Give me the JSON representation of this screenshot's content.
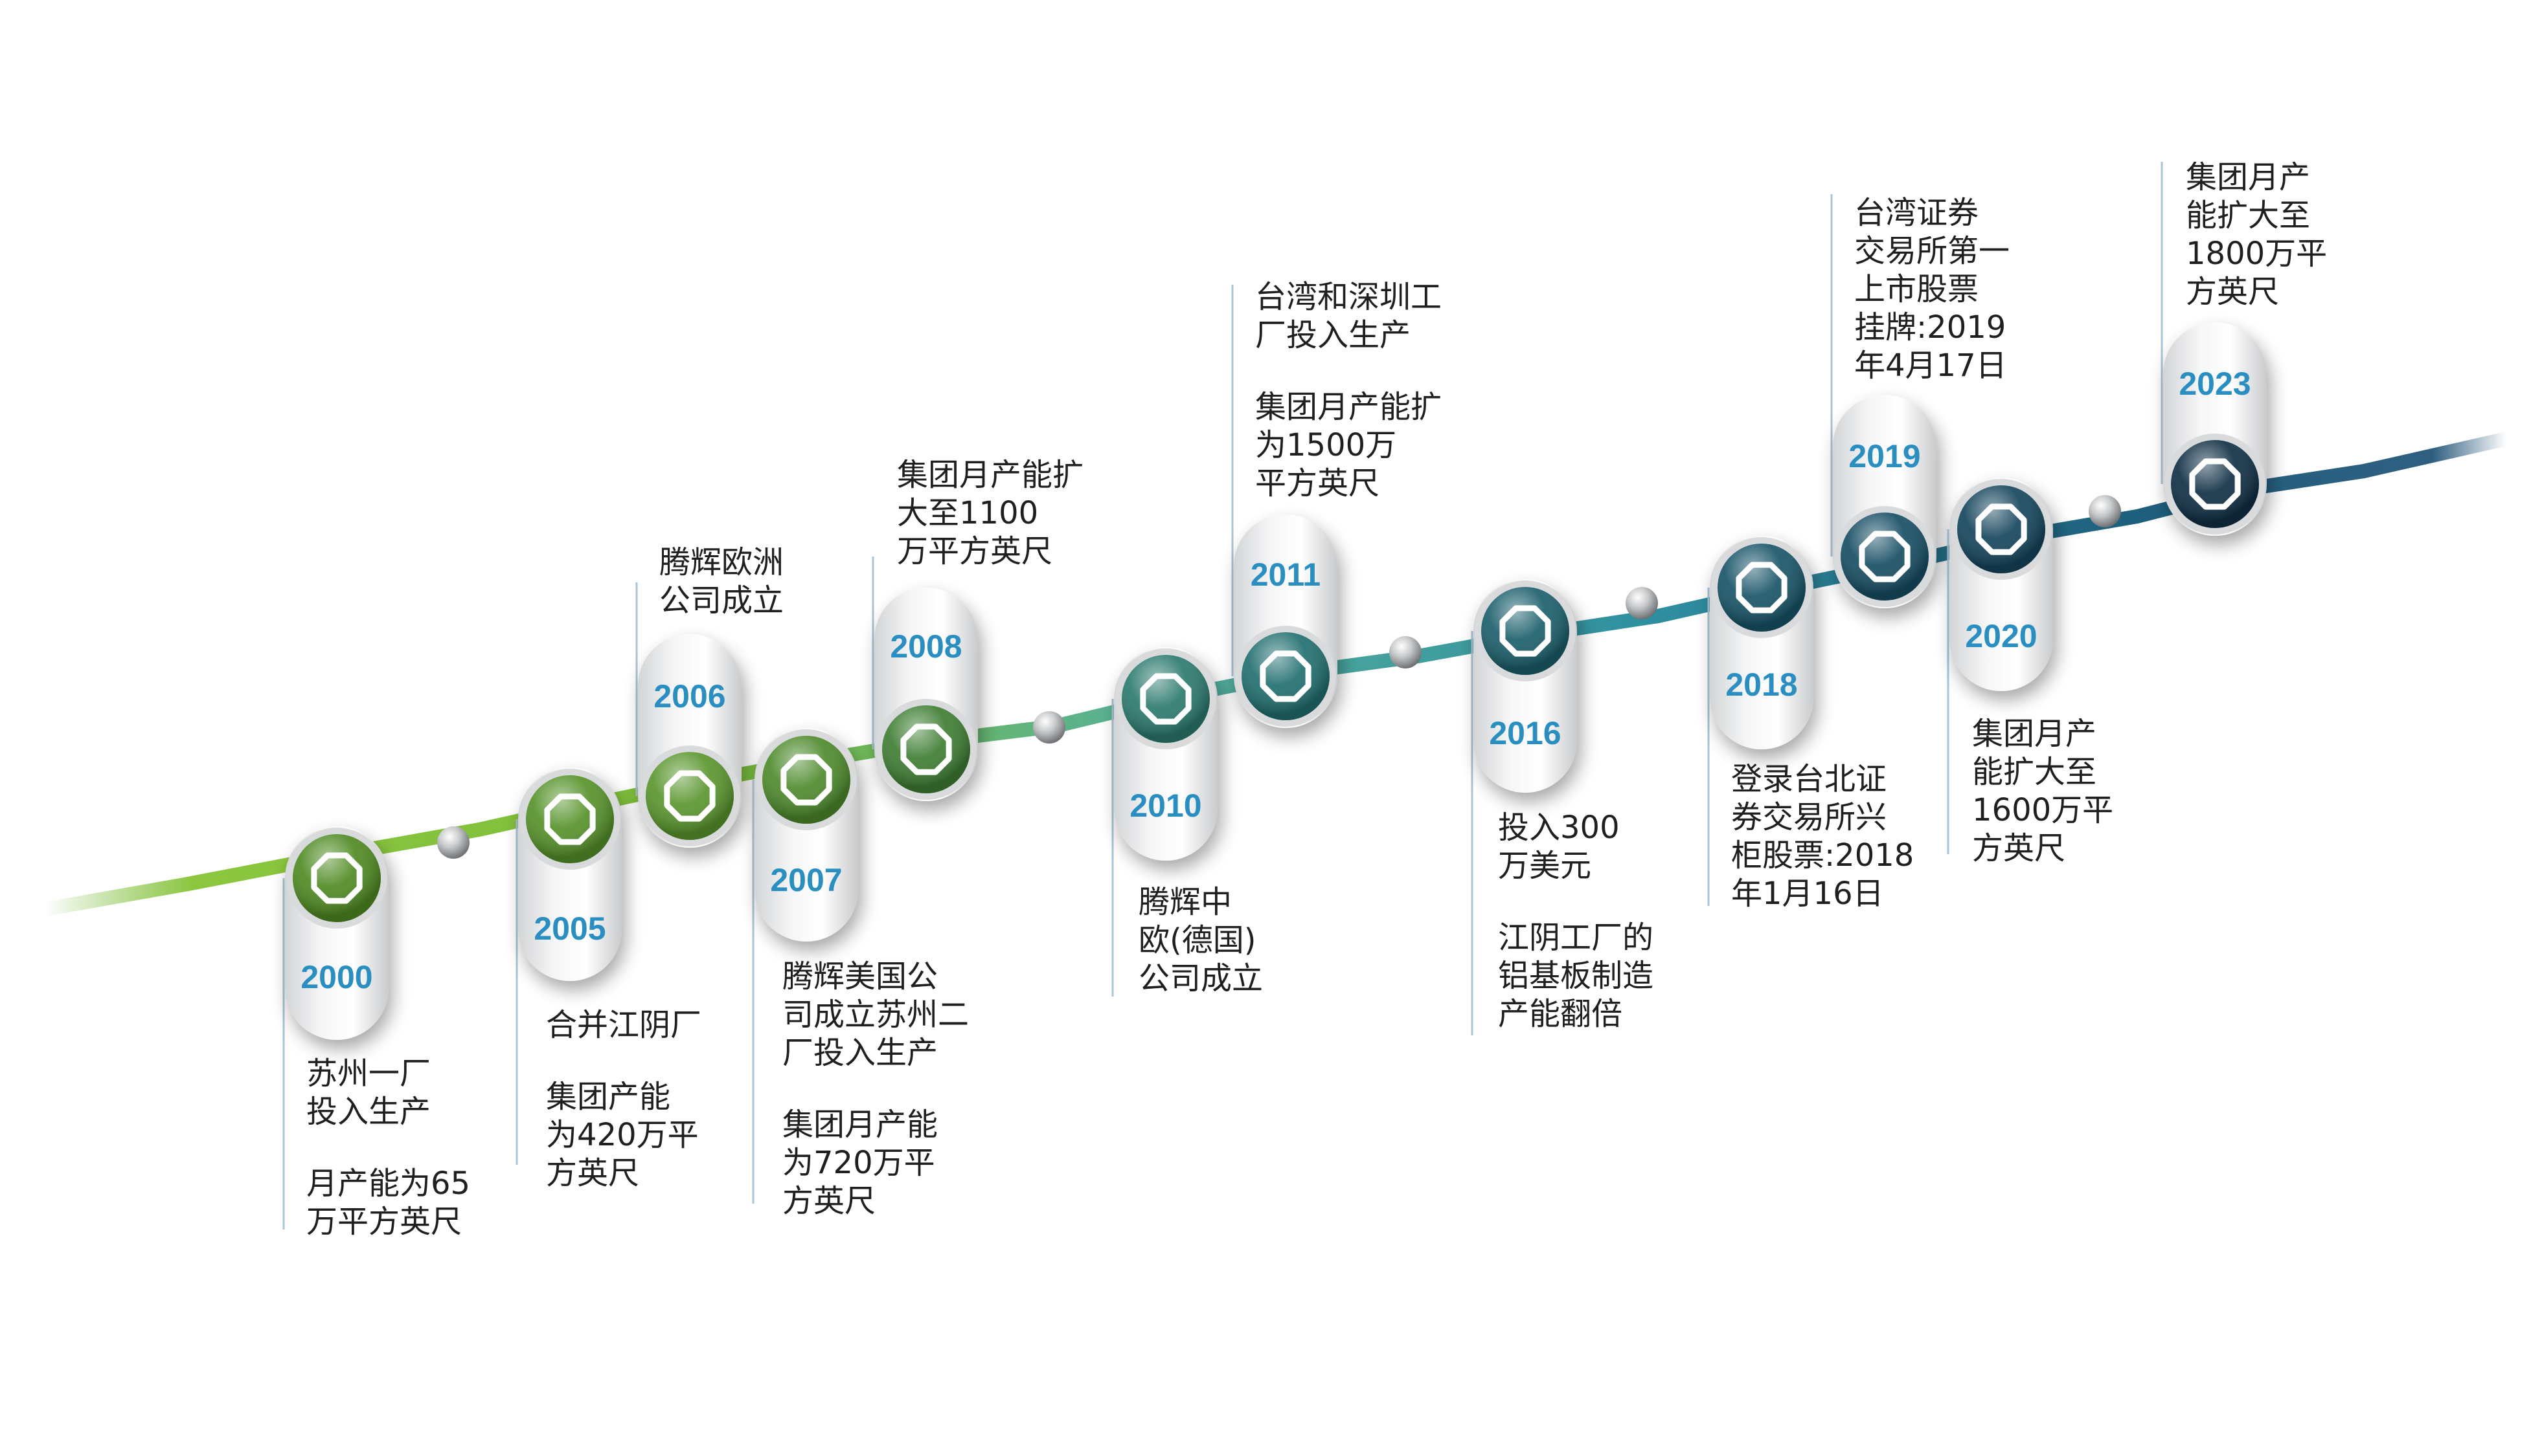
{
  "colors": {
    "green": "#6fb52f",
    "teal": "#4aa69c",
    "navy": "#123a55",
    "year_text": "#2a8fc0",
    "text": "#1f1f1f"
  },
  "milestones": [
    {
      "year": "2000",
      "color": "#4f8a22",
      "texts": [
        "苏州一厂\n投入生产",
        "月产能为65\n万平方英尺"
      ]
    },
    {
      "year": "2005",
      "color": "#56922a",
      "texts": [
        "合并江阴厂",
        "集团产能\n为420万平\n方英尺"
      ]
    },
    {
      "year": "2006",
      "color": "#5a962e",
      "texts": [
        "腾辉欧洲\n公司成立"
      ]
    },
    {
      "year": "2007",
      "color": "#4e8a2c",
      "texts": [
        "腾辉美国公\n司成立苏州二\n厂投入生产",
        "集团月产能\n为720万平\n方英尺"
      ]
    },
    {
      "year": "2008",
      "color": "#3f7e34",
      "texts": [
        "集团月产能扩\n大至1100\n万平方英尺"
      ]
    },
    {
      "year": "2010",
      "color": "#2c7a6e",
      "texts": [
        "腾辉中\n欧(德国)\n公司成立"
      ]
    },
    {
      "year": "2011",
      "color": "#226f70",
      "texts": [
        "台湾和深圳工\n厂投入生产",
        "集团月产能扩\n为1500万\n平方英尺"
      ]
    },
    {
      "year": "2016",
      "color": "#1b5f6b",
      "texts": [
        "投入300\n万美元",
        "江阴工厂的\n铝基板制造\n产能翻倍"
      ]
    },
    {
      "year": "2018",
      "color": "#185468",
      "texts": [
        "登录台北证\n券交易所兴\n柜股票:2018\n年1月16日"
      ]
    },
    {
      "year": "2019",
      "color": "#174e64",
      "texts": [
        "台湾证券\n交易所第一\n上市股票\n挂牌:2019\n年4月17日"
      ]
    },
    {
      "year": "2020",
      "color": "#15455c",
      "texts": [
        "集团月产\n能扩大至\n1600万平\n方英尺"
      ]
    },
    {
      "year": "2023",
      "color": "#102f45",
      "texts": [
        "集团月产\n能扩大至\n1800万平\n方英尺"
      ]
    }
  ]
}
